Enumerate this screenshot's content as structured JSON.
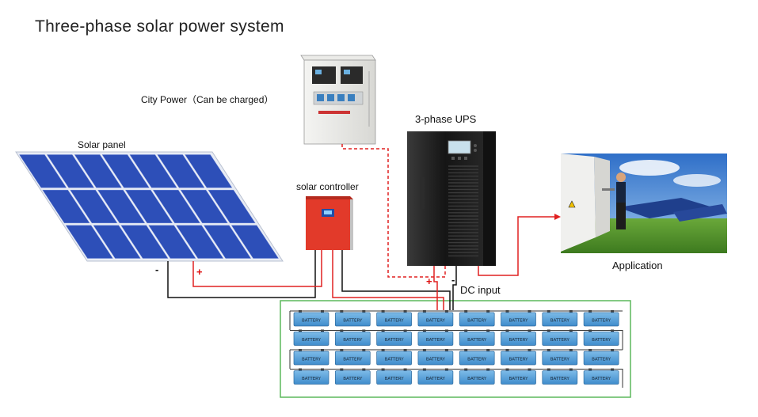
{
  "title": "Three-phase solar power system",
  "labels": {
    "city_power": "City Power（Can be charged）",
    "ups": "3-phase UPS",
    "solar_panel": "Solar panel",
    "solar_controller": "solar controller",
    "application": "Application",
    "dc_input": "DC input"
  },
  "polarity": {
    "positive": "+",
    "negative": "-"
  },
  "battery": {
    "label": "BATTERY",
    "rows": 4,
    "columns": 8,
    "color": "#5ba3d8",
    "frame_color": "#4caf50"
  },
  "colors": {
    "positive_wire": "#e02020",
    "negative_wire": "#111111",
    "ac_wire": "#e02020",
    "panel_cell": "#2d4fb8",
    "controller": "#e23a2a",
    "ups_cabinet": "#1a1a1a"
  }
}
